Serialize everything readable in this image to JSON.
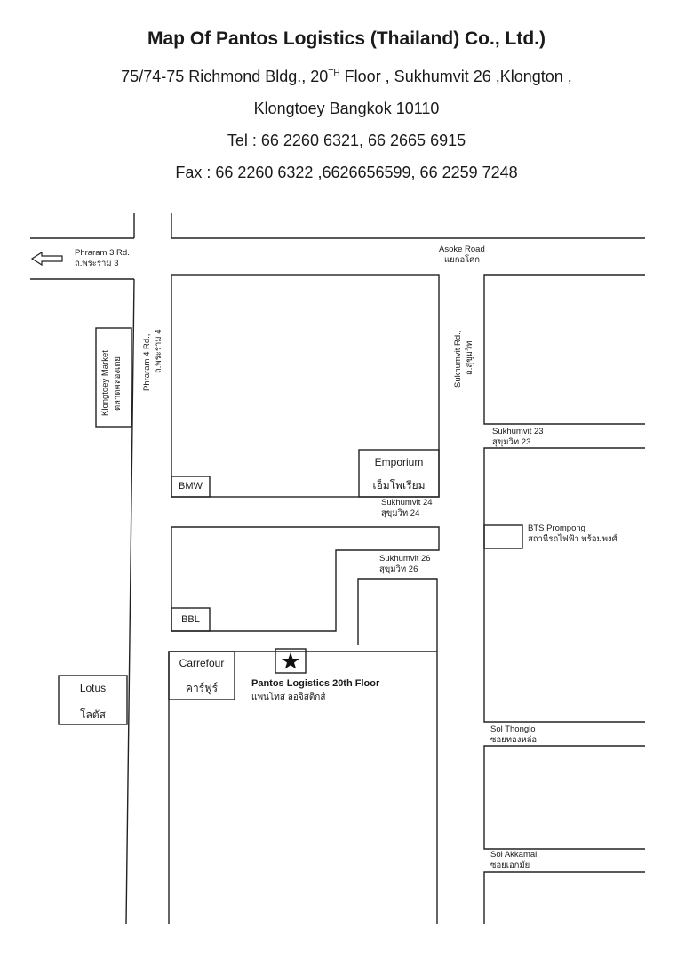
{
  "header": {
    "title": "Map Of Pantos Logistics (Thailand) Co., Ltd.)",
    "address_main": "75/74-75 Richmond Bldg., 20",
    "address_sup": "TH",
    "address_rest": " Floor , Sukhumvit 26 ,Klongton ,",
    "city": "Klongtoey Bangkok 10110",
    "tel": "Tel : 66 2260 6321, 66 2665 6915",
    "fax": "Fax : 66 2260 6322 ,6626656599, 66 2259 7248"
  },
  "roads": {
    "phraram3_en": "Phraram 3 Rd.",
    "phraram3_th": "ถ.พระราม 3",
    "asoke_en": "Asoke Road",
    "asoke_th": "แยกอโศก",
    "phraram4_en": "Phraram 4 Rd.,",
    "phraram4_th": "ถ.พระราม 4",
    "sukhumvit_en": "Sukhumvit Rd.,",
    "sukhumvit_th": "ถ.สุขุมวิท",
    "soi23_en": "Sukhumvit 23",
    "soi23_th": "สุขุมวิท  23",
    "soi24_en": "Sukhumvit 24",
    "soi24_th": "สุขุมวิท  24",
    "soi26_en": "Sukhumvit 26",
    "soi26_th": "สุขุมวิท  26",
    "thonglo_en": "Sol Thonglo",
    "thonglo_th": "ซอยทองหล่อ",
    "akkamal_en": "Sol Akkamal",
    "akkamal_th": "ซอยเอกมัย"
  },
  "places": {
    "klongtoey_en": "Klongtoey Market",
    "klongtoey_th": "ตลาดคลองเตย",
    "emporium_en": "Emporium",
    "emporium_th": "เอ็มโพเรียม",
    "bmw": "BMW",
    "bbl": "BBL",
    "bts_en": "BTS Prompong",
    "bts_th": "สถานีรถไฟฟ้า พร้อมพงศ์",
    "carrefour_en": "Carrefour",
    "carrefour_th": "คาร์ฟูร์",
    "lotus_en": "Lotus",
    "lotus_th": "โลตัส",
    "pantos_en": "Pantos Logistics 20th Floor",
    "pantos_th": "แพนโทส ลอจิสติกส์"
  },
  "icons": {
    "arrow": "left-arrow-icon",
    "star": "star-icon"
  }
}
